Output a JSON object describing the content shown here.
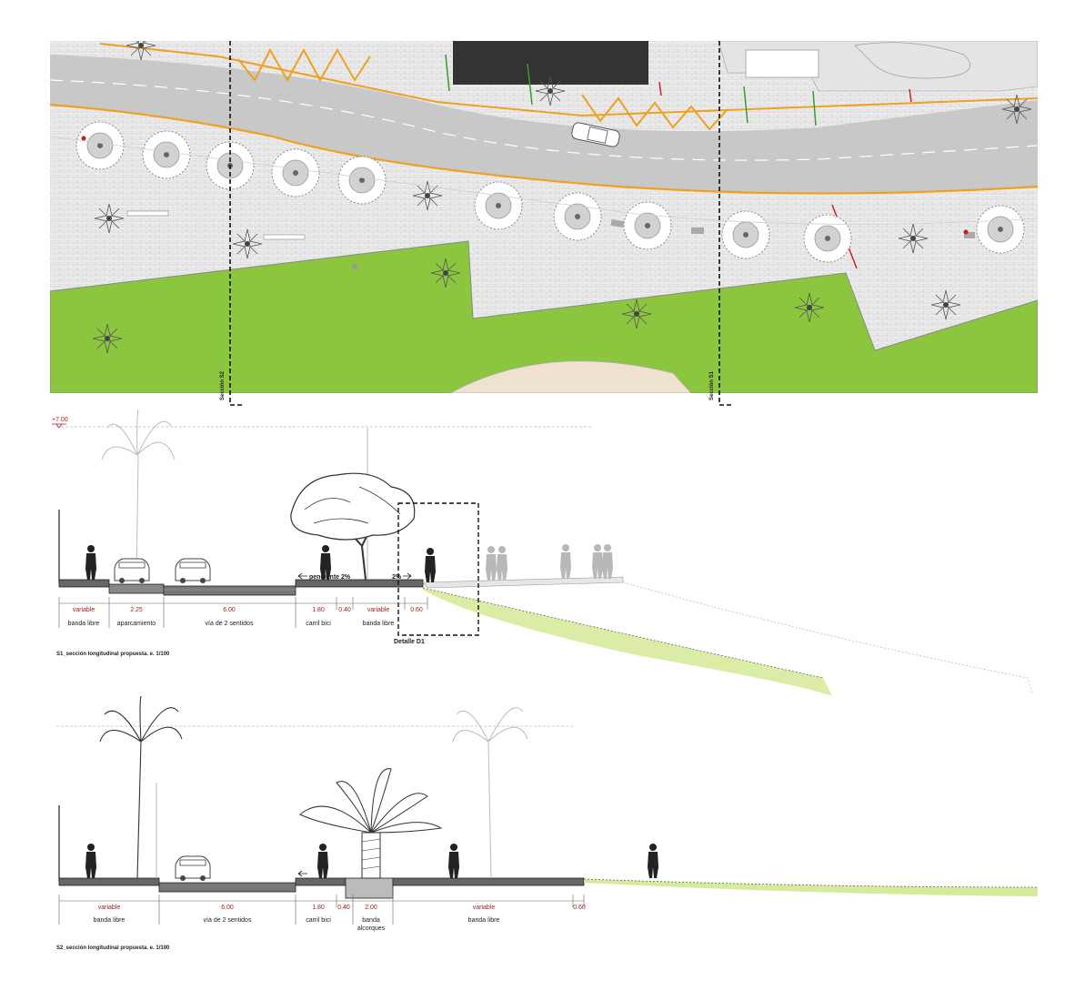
{
  "plan": {
    "section_marker_s2": "Sección S2",
    "section_marker_s1": "Sección S1"
  },
  "section_s1": {
    "level_label": "+7.00",
    "slope_left": "pendiente 2%",
    "slope_right": "2%",
    "detail_label": "Detalle D1",
    "dims": [
      "variable",
      "2.25",
      "6.00",
      "1.80",
      "0.40",
      "variable",
      "0.60"
    ],
    "zones": [
      "banda libre",
      "aparcamiento",
      "vía de 2 sentidos",
      "carril bici",
      "banda libre"
    ],
    "caption": "S1_sección longitudinal propuesta. e. 1/100"
  },
  "section_s2": {
    "dims": [
      "variable",
      "6.00",
      "1.80",
      "0.40",
      "2.00",
      "variable",
      "0.60"
    ],
    "zones": [
      "banda libre",
      "vía de 2 sentidos",
      "carril bici",
      "banda",
      "alcorques",
      "banda libre"
    ],
    "caption": "S2_sección longitudinal propuesta. e. 1/100"
  },
  "colors": {
    "road": "#c8c8c8",
    "paving": "#e9e9e9",
    "grass": "#8cc63f",
    "curb_orange": "#f0a020",
    "dim_red": "#9a1c1c",
    "sand": "#efe3d0",
    "dark_building": "#333333"
  }
}
